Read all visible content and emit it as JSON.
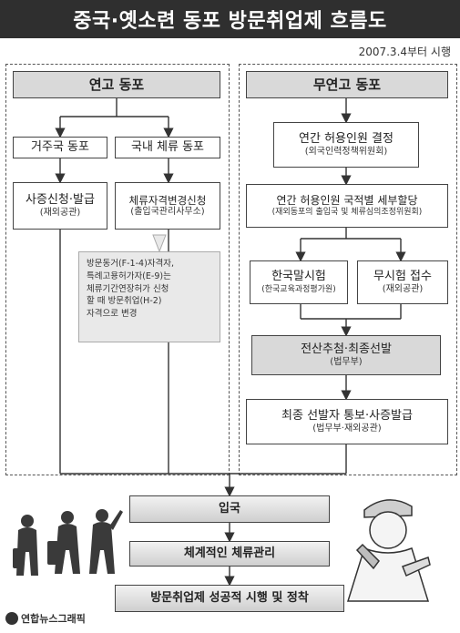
{
  "title": "중국·옛소련 동포 방문취업제 흐름도",
  "date": "2007.3.4부터 시행",
  "left": {
    "header": "연고 동포",
    "branch_a": "거주국 동포",
    "branch_b": "국내 체류 동포",
    "step_a_title": "사증신청·발급",
    "step_a_sub": "(재외공관)",
    "step_b_title": "체류자격변경신청",
    "step_b_sub": "(출입국관리사무소)",
    "note_lines": [
      "방문동거(F-1-4)자격자,",
      "특례고용허가자(E-9)는",
      "체류기간연장허가 신청",
      "할 때 방문취업(H-2)",
      "자격으로 변경"
    ]
  },
  "right": {
    "header": "무연고 동포",
    "step1_title": "연간 허용인원 결정",
    "step1_sub": "(외국인력정책위원회)",
    "step2_title": "연간 허용인원 국적별 세부할당",
    "step2_sub": "(재외동포의 출입국 및 체류심의조정위원회)",
    "split_a_title": "한국말시험",
    "split_a_sub": "(한국교육과정평가원)",
    "split_b_title": "무시험 접수",
    "split_b_sub": "(재외공관)",
    "step3_title": "전산추첨·최종선발",
    "step3_sub": "(법무부)",
    "step4_title": "최종 선발자 통보·사증발급",
    "step4_sub": "(법무부·재외공관)"
  },
  "bottom": {
    "entry": "입국",
    "manage": "체계적인 체류관리",
    "final": "방문취업제 성공적 시행 및 정착"
  },
  "credit": "연합뉴스그래픽"
}
